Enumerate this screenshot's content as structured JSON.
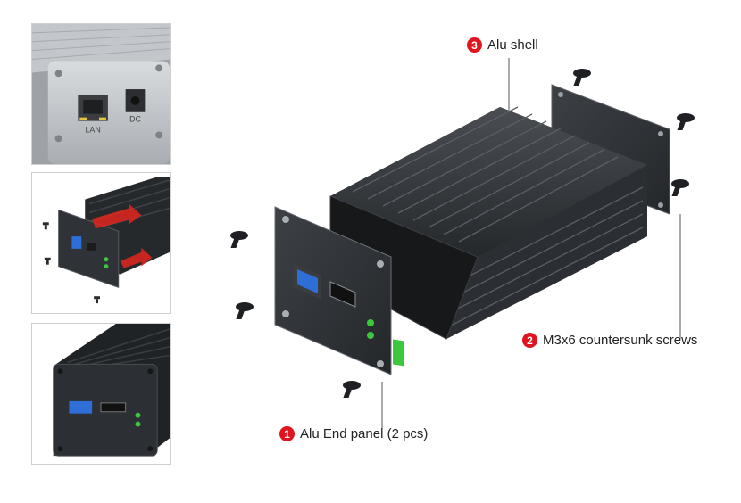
{
  "callouts": [
    {
      "number": "3",
      "text": "Alu shell"
    },
    {
      "number": "2",
      "text": "M3x6 countersunk screws"
    },
    {
      "number": "1",
      "text": "Alu End panel (2 pcs)"
    }
  ],
  "thumbnails": {
    "top": {
      "port_labels": [
        "LAN",
        "DC"
      ]
    }
  },
  "colors": {
    "badge": "#e0141e",
    "aluminium_dark": "#2a2d31",
    "led_green": "#3cc83c",
    "arrow_red": "#e2261d"
  }
}
